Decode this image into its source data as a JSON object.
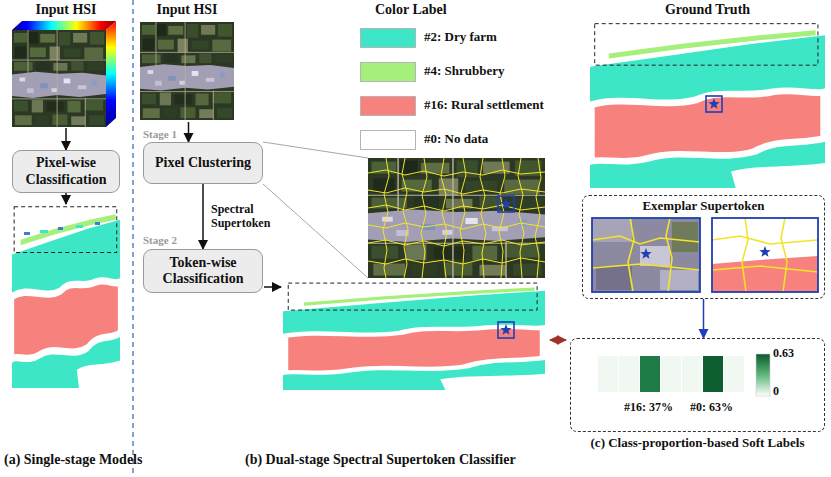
{
  "diagram": {
    "nodes": [
      {
        "text": [
          "Input HSI"
        ]
      },
      {
        "text": [
          "Pixel-wise Classification"
        ]
      },
      {
        "text": [
          "Input HSI"
        ]
      },
      {
        "text": [
          "Pixel Clustering"
        ]
      },
      {
        "text": [
          "Token-wise Classification"
        ]
      },
      {
        "text": [
          "Ground Truth"
        ]
      },
      {
        "text": [
          "Exemplar Supertoken"
        ]
      },
      {
        "text": [
          "#16: 37%",
          "#0: 63%",
          "0.63",
          "0",
          "(c) Class-proportion-based Soft Labels"
        ]
      }
    ],
    "edges": [
      {
        "from": 0,
        "to": 1,
        "arrow": "to"
      },
      {
        "from": 2,
        "to": 3,
        "arrow": "to"
      },
      {
        "from": 3,
        "to": 4,
        "label": "Spectral Supertoken",
        "arrow": "to"
      },
      {
        "from": 6,
        "to": 7,
        "arrow": "to"
      }
    ],
    "labels": [
      "Stage 1",
      "Stage 2",
      "Color Label",
      "(a) Single-stage Models",
      "(b) Dual-stage Spectral Supertoken Classifier"
    ],
    "legend": [
      {
        "text": "#2: Dry farm",
        "color": "#3de6c6"
      },
      {
        "text": "#4: Shrubbery",
        "color": "#a4f07a"
      },
      {
        "text": "#16: Rural settlement",
        "color": "#f7817c"
      },
      {
        "text": "#0: No data",
        "color": "#ffffff"
      }
    ]
  }
}
